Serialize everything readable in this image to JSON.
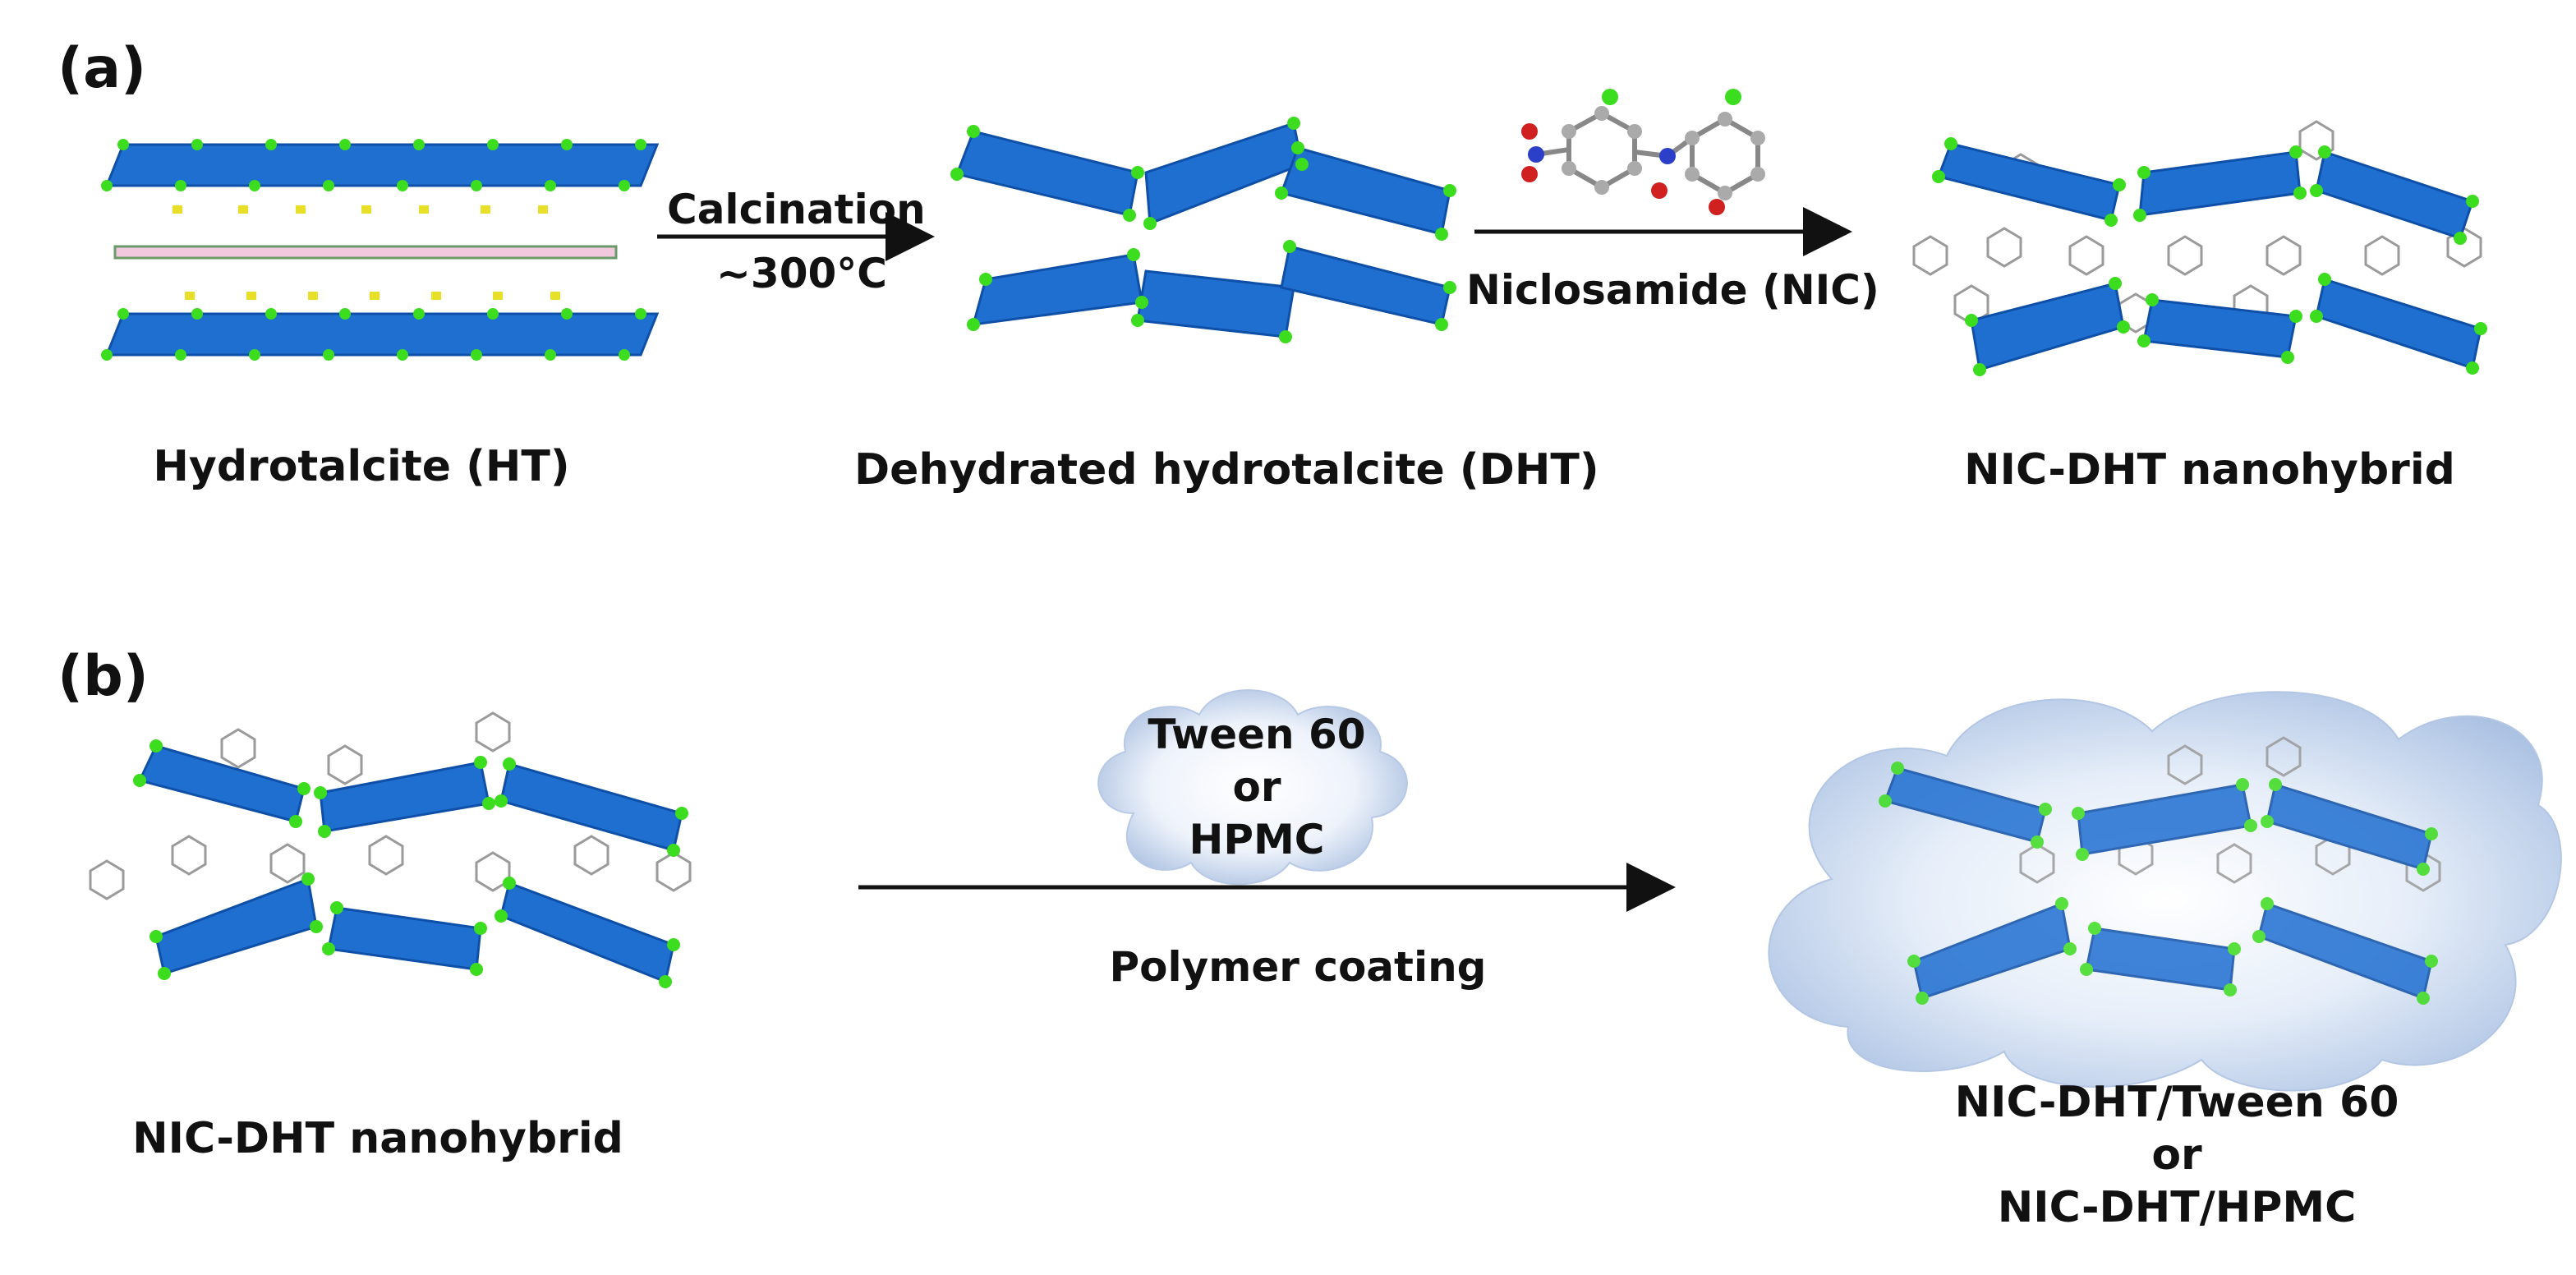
{
  "panels": {
    "a": {
      "label": "(a)",
      "captions": {
        "ht": "Hydrotalcite (HT)",
        "dht": "Dehydrated hydrotalcite (DHT)",
        "hybrid": "NIC-DHT nanohybrid"
      },
      "step1": {
        "top": "Calcination",
        "bottom": "~300°C"
      },
      "step2": {
        "bottom": "Niclosamide (NIC)"
      }
    },
    "b": {
      "label": "(b)",
      "captions": {
        "hybrid": "NIC-DHT nanohybrid",
        "coated_line1": "NIC-DHT/Tween 60",
        "coated_line2": "or",
        "coated_line3": "NIC-DHT/HPMC"
      },
      "cloud": {
        "line1": "Tween 60",
        "line2": "or",
        "line3": "HPMC"
      },
      "step": {
        "bottom": "Polymer coating"
      }
    }
  },
  "colors": {
    "sheet": "#1f6fd1",
    "sheet_edge": "#0e4fa8",
    "atom": "#3cdc1e",
    "anion": "#e8e028",
    "cloud": "#c9d8ef"
  }
}
